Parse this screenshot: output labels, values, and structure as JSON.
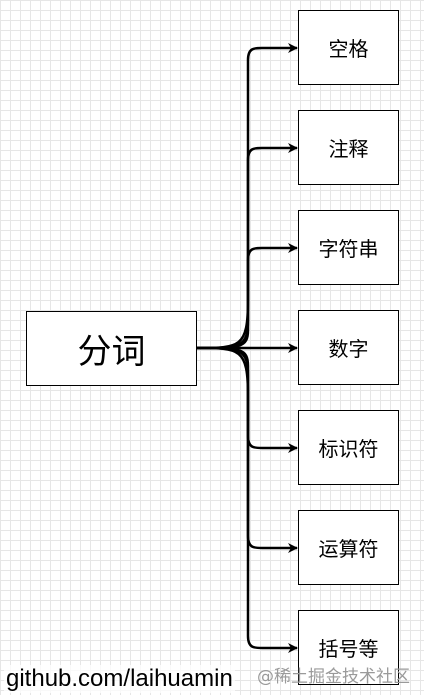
{
  "diagram": {
    "root": "分词",
    "children": [
      "空格",
      "注释",
      "字符串",
      "数字",
      "标识符",
      "运算符",
      "括号等"
    ]
  },
  "footer": {
    "source": "github.com/laihuamin",
    "watermark": "@稀土掘金技术社区"
  }
}
